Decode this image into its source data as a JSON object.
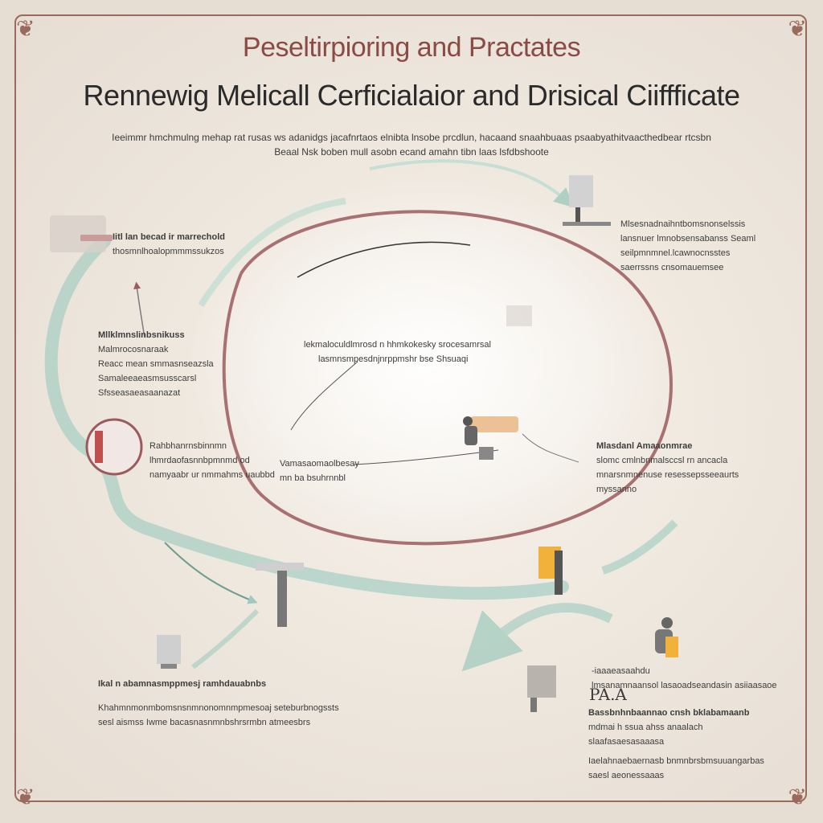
{
  "header": {
    "title": "Peseltirpioring and Practates",
    "subtitle": "Rennewig Melicall Cerficialaior and Drisical Ciiffficate",
    "intro": [
      "Ieeimmr hmchmulng mehap rat rusas ws adanidgs jacafnrtaos elnibta lnsobe prcdlun, hacaand snaahbuaas psaabyathitvaacthedbear rtcsbn",
      "Beaal Nsk boben mull asobn ecand amahn tibn laas lsfdbshoote"
    ]
  },
  "notes": {
    "top_left": [
      "Iitl lan becad ir marrechold",
      "thosmnlhoalopmmmssukzos"
    ],
    "top_right": [
      "Mlsesnadnaihntbomsnonselssis",
      "lansnuer lmnobsensabanss Seaml",
      "seilpmnmnel.lcawnocnsstes",
      "saerrssns cnsomauemsee"
    ],
    "left_mid": [
      "Mllklmnslinbsnikuss",
      "Malmrocosnaraak",
      "Reacc mean smmasnseazsla",
      "Samaleeaeasmsusscarsl",
      "Sfsseasaeasaanazat"
    ],
    "center": [
      "lekmaloculdlmrosd n hhmkokesky srocesamrsal",
      "lasmnsmpesdnjnrppmshr bse Shsuaqi"
    ],
    "left_low": [
      "Rahbhanrnsbinnmn",
      "lhmrdaofasnnbpmnmd od",
      "namyaabr ur nmmahms uaubbd"
    ],
    "center_low": [
      "Vamasaomaolbesay",
      "mn ba bsuhrnnbl"
    ],
    "right_mid": [
      "Mlasdanl Amaaonmrae",
      "slomc cmlnbnmalsccsl rn ancacla",
      "mnarsnmnenuse resessepsseeaurts",
      "myssanno"
    ],
    "bottom_left": [
      "Ikal n abamnasmppmesj ramhdauabnbs",
      "Khahmnmonmbomsnsnmnonomnmpmesoaj seteburbnogssts",
      "sesl aismss Iwme bacasnasnmnbshrsrmbn atmeesbrs"
    ],
    "bottom_right_top": [
      "-iaaaeasaahdu",
      "lmsanamnaansol lasaoadseandasin asiiaasaoe"
    ],
    "bottom_right_code": "PA.A",
    "bottom_right_mid": [
      "Bassbnhnbaannao cnsh bklabamaanb",
      "mdmai h ssua ahss anaalach",
      "slaafasaesasaaasa"
    ],
    "bottom_right_low": [
      "Iaelahnaebaernasb bnmnbrsbmsuuangarbas",
      "saesl aeonessaaas"
    ]
  },
  "colors": {
    "accent": "#8a4b45",
    "loop": "#9c5a5e",
    "flow": "#a9cfc4",
    "text": "#3d3d3d",
    "highlight": "#f2b13a"
  },
  "icons": [
    "monitor-icon",
    "desk-icon",
    "person-at-desk-icon",
    "chair-icon",
    "document-stand-icon",
    "folder-icon",
    "podium-icon"
  ]
}
